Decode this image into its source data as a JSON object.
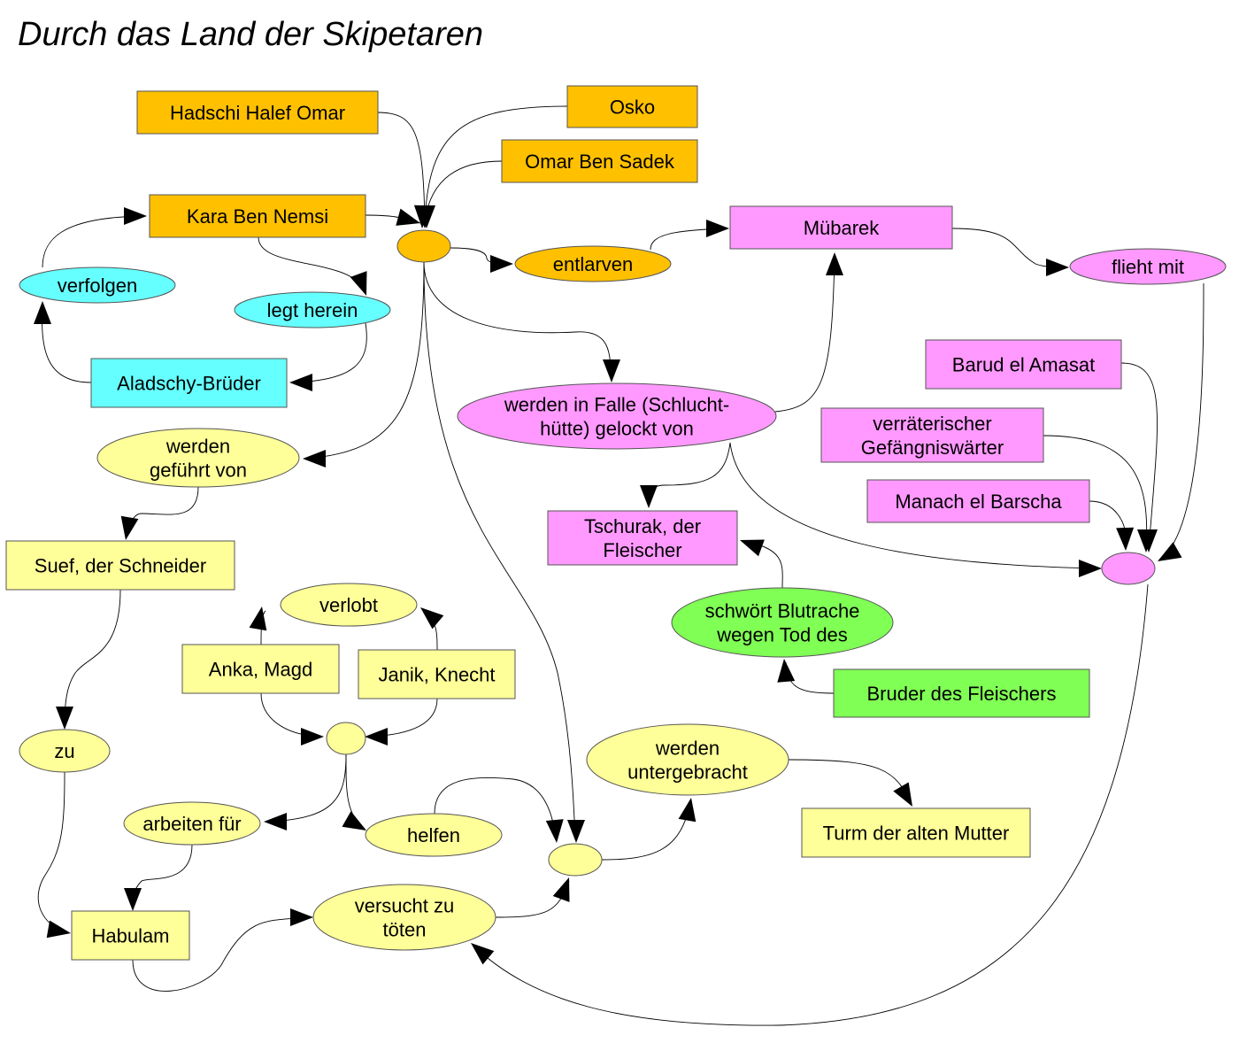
{
  "title": "Durch das Land der Skipetaren",
  "colors": {
    "orange": "#ffc000",
    "pink": "#ff99ff",
    "cyan": "#66ffff",
    "yellow": "#ffff99",
    "green": "#80ff55",
    "line": "#000000"
  },
  "boxes": {
    "hadschi": [
      "Hadschi Halef Omar"
    ],
    "osko": [
      "Osko"
    ],
    "omar": [
      "Omar Ben Sadek"
    ],
    "kara": [
      "Kara Ben Nemsi"
    ],
    "mubarek": [
      "Mübarek"
    ],
    "aladschy": [
      "Aladschy-Brüder"
    ],
    "barud": [
      "Barud el Amasat"
    ],
    "gefaengnis": [
      "verräterischer",
      "Gefängniswärter"
    ],
    "manach": [
      "Manach el Barscha"
    ],
    "tschurak": [
      "Tschurak, der",
      "Fleischer"
    ],
    "suef": [
      "Suef, der Schneider"
    ],
    "anka": [
      "Anka, Magd"
    ],
    "janik": [
      "Janik, Knecht"
    ],
    "bruder": [
      "Bruder des Fleischers"
    ],
    "turm": [
      "Turm der alten Mutter"
    ],
    "habulam": [
      "Habulam"
    ]
  },
  "ellipses": {
    "entlarven": [
      "entlarven"
    ],
    "flieht": [
      "flieht mit"
    ],
    "verfolgen": [
      "verfolgen"
    ],
    "legtherein": [
      "legt herein"
    ],
    "falle": [
      "werden in Falle (Schlucht-",
      "hütte) gelockt von"
    ],
    "gefuehrt": [
      "werden",
      "geführt von"
    ],
    "verlobt": [
      "verlobt"
    ],
    "blutrache": [
      "schwört Blutrache",
      "wegen Tod des"
    ],
    "zu": [
      "zu"
    ],
    "untergebracht": [
      "werden",
      "untergebracht"
    ],
    "arbeiten": [
      "arbeiten für"
    ],
    "helfen": [
      "helfen"
    ],
    "toeten": [
      "versucht zu",
      "töten"
    ]
  }
}
